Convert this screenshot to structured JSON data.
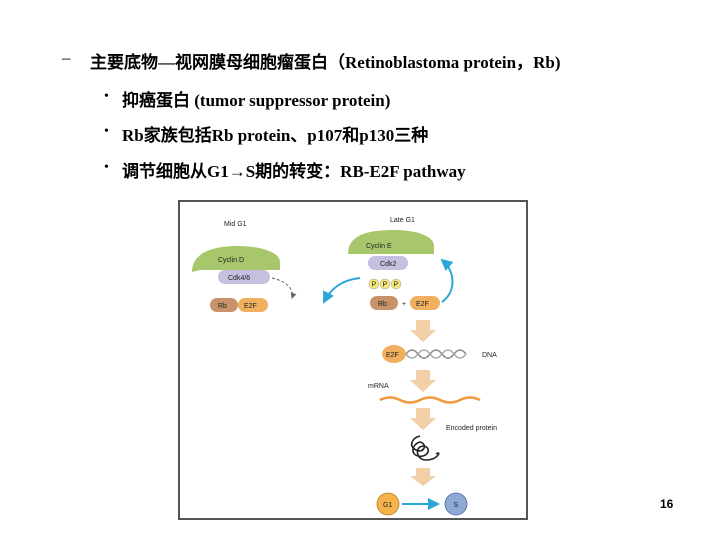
{
  "text": {
    "dash": "–",
    "main": "主要底物—视网膜母细胞瘤蛋白（Retinoblastoma protein，Rb)",
    "bullet_mark": "•",
    "b1": "抑癌蛋白 (tumor suppressor protein)",
    "b2": "Rb家族包括Rb protein、p107和p130三种",
    "b3": "调节细胞从G1→S期的转变：RB-E2F pathway"
  },
  "figure": {
    "mid_g1": "Mid G1",
    "late_g1": "Late G1",
    "cyclin_d": "Cyclin D",
    "cdk46": "Cdk4/6",
    "cyclin_e": "Cyclin E",
    "cdk2": "Cdk2",
    "rb": "Rb",
    "e2f": "E2F",
    "p": "P",
    "plus": "+",
    "dna": "DNA",
    "mrna": "mRNA",
    "encoded_protein": "Encoded protein",
    "g1": "G1",
    "s": "S",
    "colors": {
      "cyclin_green": "#a8c66c",
      "cdk_lavender": "#c6bfe0",
      "rb_brown": "#c8936a",
      "e2f_orange": "#f0b060",
      "phosphate_yellow": "#f5e77a",
      "arrow_cream": "#f2cfa6",
      "mrna_orange": "#f09a3a",
      "g1_orange": "#f4b44a",
      "s_blue": "#8fa9d6",
      "cyan_arrow": "#2aa6d8"
    }
  },
  "page_number": "16"
}
